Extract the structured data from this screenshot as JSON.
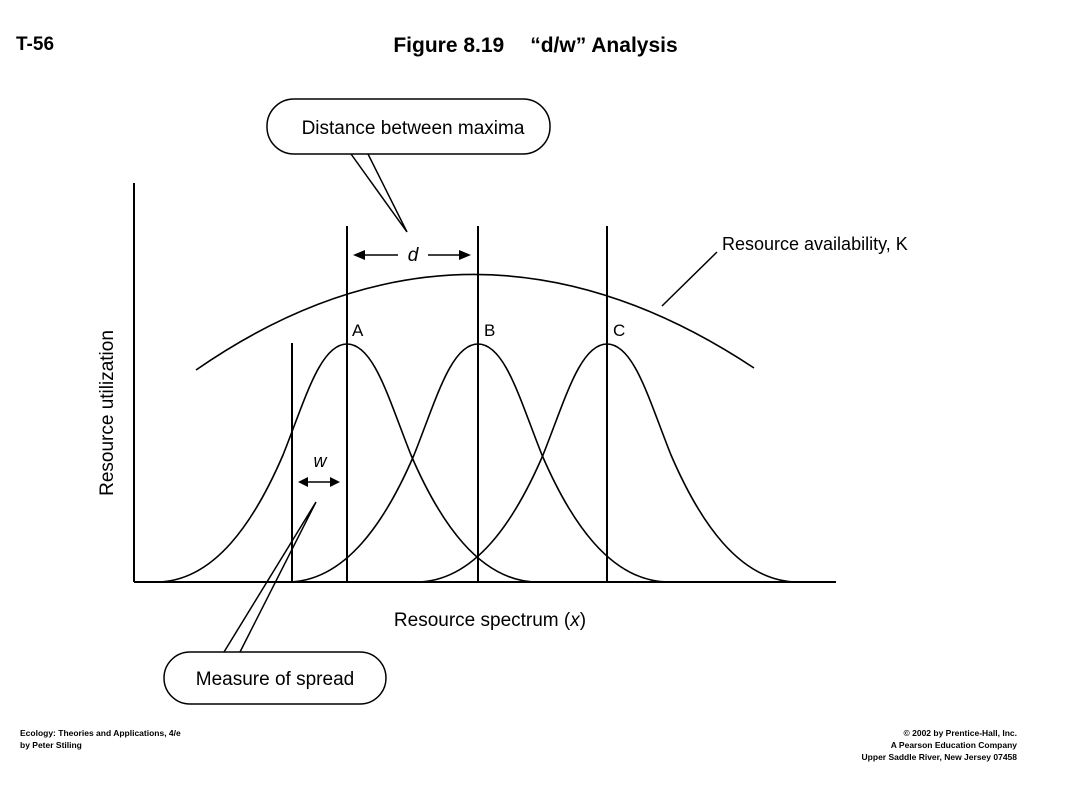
{
  "header": {
    "slide_id": "T-56",
    "figure_number": "Figure 8.19",
    "figure_title": "“d/w” Analysis"
  },
  "diagram": {
    "y_axis_label": "Resource utilization",
    "x_axis_label_prefix": "Resource spectrum (",
    "x_axis_label_var": "x",
    "x_axis_label_suffix": ")",
    "availability_label": "Resource availability, K",
    "curve_labels": [
      "A",
      "B",
      "C"
    ],
    "d_symbol": "d",
    "w_symbol": "w",
    "callout_top": "Distance between maxima",
    "callout_bottom": "Measure of spread"
  },
  "footer": {
    "left_line1": "Ecology: Theories and Applications, 4/e",
    "left_line2": "by Peter Stiling",
    "right_line1": "© 2002 by Prentice-Hall, Inc.",
    "right_line2": "A Pearson Education Company",
    "right_line3": "Upper Saddle River, New Jersey 07458"
  }
}
